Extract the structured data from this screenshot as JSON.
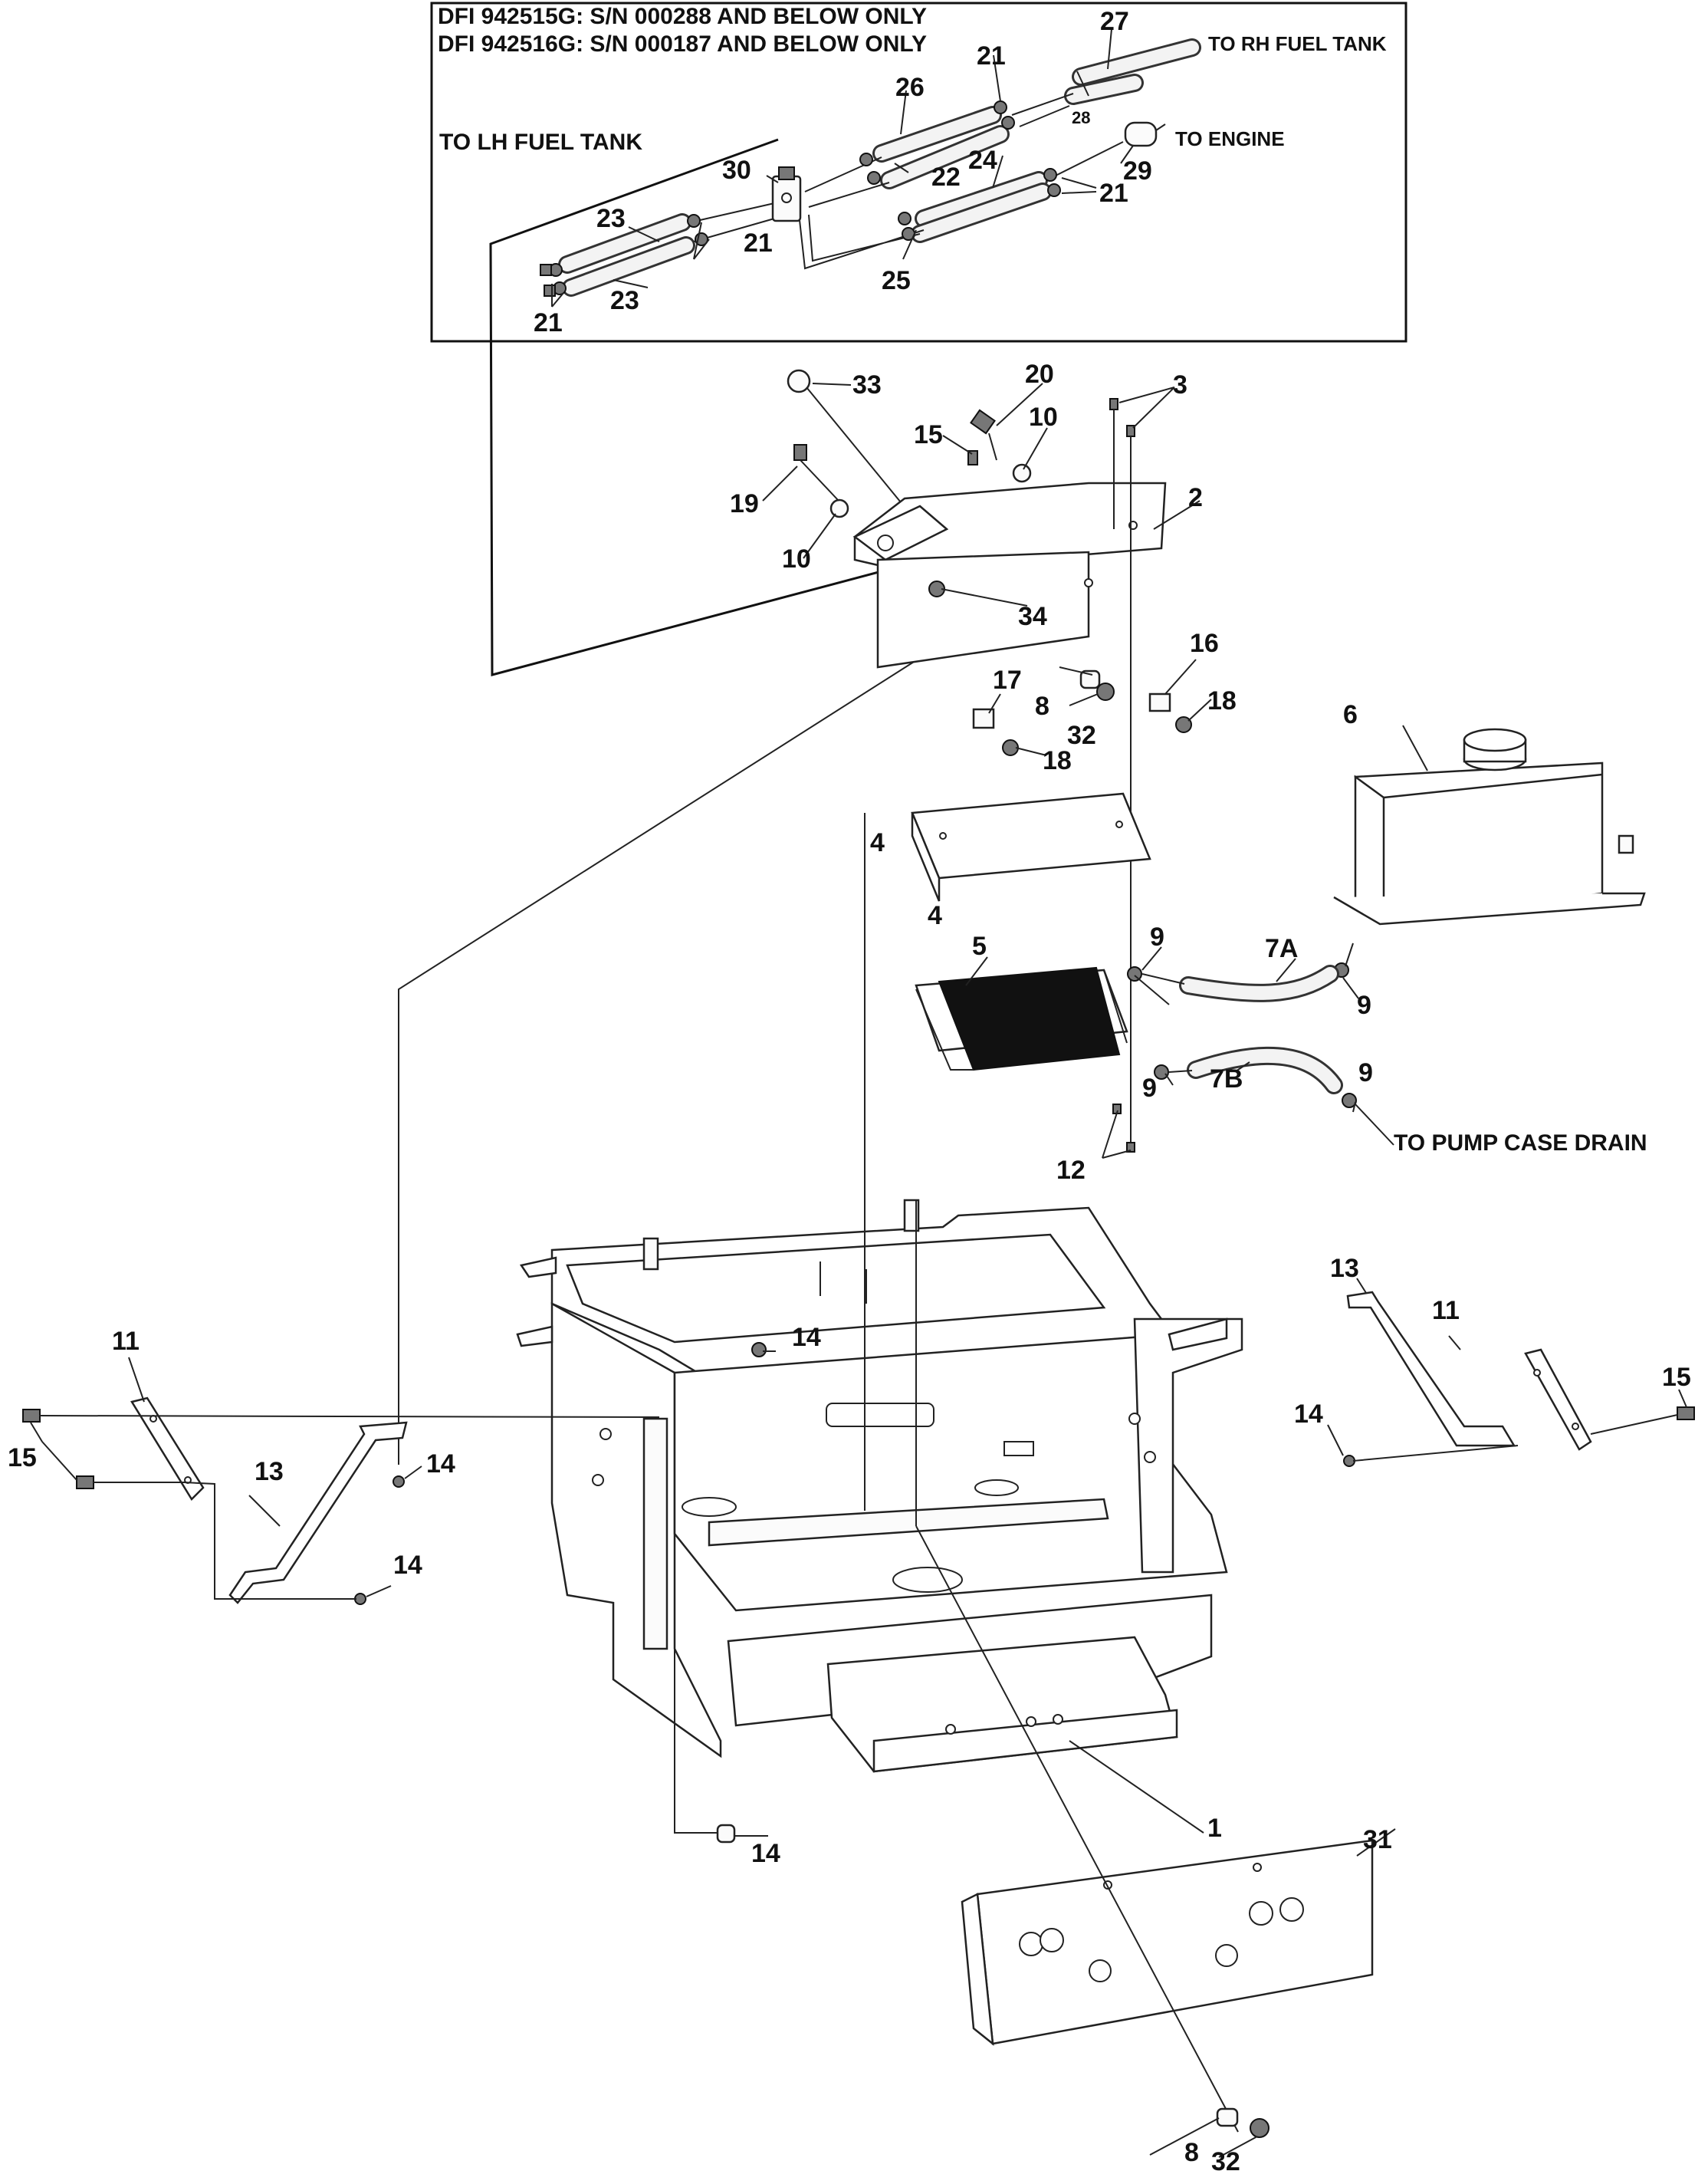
{
  "diagram": {
    "notes": {
      "serial_line_1": "DFI 942515G: S/N 000288 AND BELOW ONLY",
      "serial_line_2": "DFI 942516G: S/N 000187 AND BELOW ONLY",
      "to_rh_fuel_tank": "TO RH FUEL TANK",
      "to_lh_fuel_tank": "TO LH FUEL TANK",
      "to_engine": "TO ENGINE",
      "to_pump_case_drain": "TO PUMP CASE DRAIN"
    },
    "callouts": {
      "c1": "1",
      "c2": "2",
      "c3": "3",
      "c4a": "4",
      "c4b": "4",
      "c5": "5",
      "c6": "6",
      "c7a": "7A",
      "c7b": "7B",
      "c8a": "8",
      "c8b": "8",
      "c9a": "9",
      "c9b": "9",
      "c9c": "9",
      "c9d": "9",
      "c10a": "10",
      "c10b": "10",
      "c11a": "11",
      "c11b": "11",
      "c12": "12",
      "c13a": "13",
      "c13b": "13",
      "c14a": "14",
      "c14b": "14",
      "c14c": "14",
      "c14d": "14",
      "c14e": "14",
      "c15a": "15",
      "c15b": "15",
      "c15c": "15",
      "c16": "16",
      "c17": "17",
      "c18a": "18",
      "c18b": "18",
      "c19": "19",
      "c20": "20",
      "c21a": "21",
      "c21b": "21",
      "c21c": "21",
      "c21d": "21",
      "c22": "22",
      "c23a": "23",
      "c23b": "23",
      "c24": "24",
      "c25": "25",
      "c26": "26",
      "c27": "27",
      "c28": "28",
      "c29": "29",
      "c30": "30",
      "c31": "31",
      "c32a": "32",
      "c32b": "32",
      "c33": "33",
      "c34": "34"
    }
  }
}
